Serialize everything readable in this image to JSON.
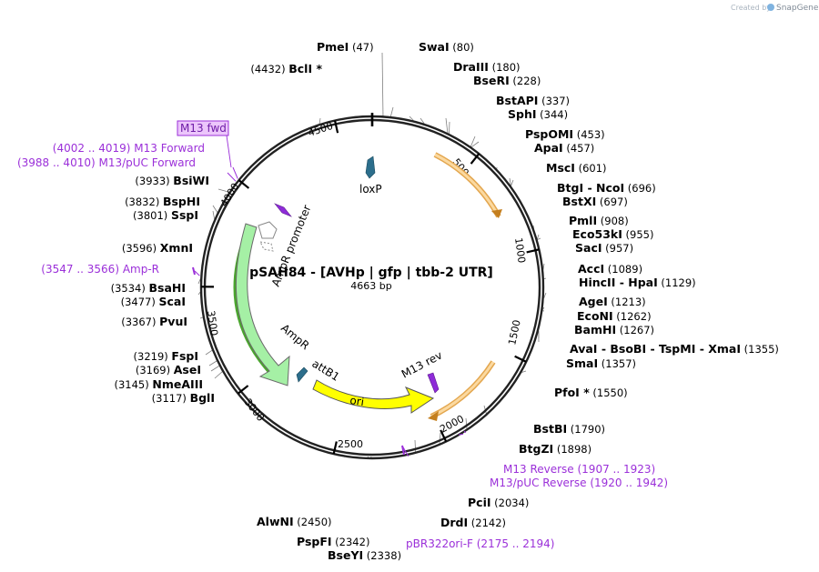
{
  "credit": {
    "text": "Created by",
    "brand": "SnapGene",
    "icon": "snapgene-logo-icon"
  },
  "plasmid": {
    "name": "pSAH84 - [AVHp | gfp | tbb-2 UTR]",
    "size": "4663 bp",
    "length": 4663
  },
  "ticks": [
    {
      "value": 500,
      "label": "500"
    },
    {
      "value": 1000,
      "label": "1000"
    },
    {
      "value": 1500,
      "label": "1500"
    },
    {
      "value": 2000,
      "label": "2000"
    },
    {
      "value": 2500,
      "label": "2500"
    },
    {
      "value": 3000,
      "label": "3000"
    },
    {
      "value": 3500,
      "label": "3500"
    },
    {
      "value": 4000,
      "label": "4000"
    },
    {
      "value": 4500,
      "label": "4500"
    }
  ],
  "colors": {
    "primer": "#9b30d9",
    "amp": "#a5f0a5",
    "ori": "#ffff00",
    "gfp": "#f5c57a",
    "loxp": "#2c6e8c",
    "m13": "#8e2bd8"
  },
  "features": [
    {
      "name": "loxp-feature",
      "label": "loxP"
    },
    {
      "name": "ampr-promoter-feature",
      "label": "AmpR promoter"
    },
    {
      "name": "ampr-feature",
      "label": "AmpR"
    },
    {
      "name": "attb1-feature",
      "label": "attB1"
    },
    {
      "name": "ori-feature",
      "label": "ori"
    },
    {
      "name": "m13rev-feature",
      "label": "M13 rev"
    },
    {
      "name": "m13fwd-feature",
      "label": "M13 fwd"
    }
  ],
  "sites": [
    {
      "name": "PmeI",
      "pos": "(47)",
      "star": ""
    },
    {
      "name": "SwaI",
      "pos": "(80)",
      "star": ""
    },
    {
      "name": "DraIII",
      "pos": "(180)",
      "star": ""
    },
    {
      "name": "BseRI",
      "pos": "(228)",
      "star": ""
    },
    {
      "name": "BstAPI",
      "pos": "(337)",
      "star": ""
    },
    {
      "name": "SphI",
      "pos": "(344)",
      "star": ""
    },
    {
      "name": "PspOMI",
      "pos": "(453)",
      "star": ""
    },
    {
      "name": "ApaI",
      "pos": "(457)",
      "star": ""
    },
    {
      "name": "MscI",
      "pos": "(601)",
      "star": ""
    },
    {
      "name": "BtgI",
      "name2": "NcoI",
      "pos": "(696)",
      "star": ""
    },
    {
      "name": "BstXI",
      "pos": "(697)",
      "star": ""
    },
    {
      "name": "PmlI",
      "pos": "(908)",
      "star": ""
    },
    {
      "name": "Eco53kI",
      "pos": "(955)",
      "star": ""
    },
    {
      "name": "SacI",
      "pos": "(957)",
      "star": ""
    },
    {
      "name": "AccI",
      "pos": "(1089)",
      "star": ""
    },
    {
      "name": "HincII",
      "name2": "HpaI",
      "pos": "(1129)",
      "star": ""
    },
    {
      "name": "AgeI",
      "pos": "(1213)",
      "star": ""
    },
    {
      "name": "EcoNI",
      "pos": "(1262)",
      "star": ""
    },
    {
      "name": "BamHI",
      "pos": "(1267)",
      "star": ""
    },
    {
      "name": "AvaI",
      "name2": "BsoBI",
      "name3": "TspMI",
      "name4": "XmaI",
      "pos": "(1355)",
      "star": ""
    },
    {
      "name": "SmaI",
      "pos": "(1357)",
      "star": ""
    },
    {
      "name": "PfoI",
      "pos": "(1550)",
      "star": "*"
    },
    {
      "name": "BstBI",
      "pos": "(1790)",
      "star": ""
    },
    {
      "name": "BtgZI",
      "pos": "(1898)",
      "star": ""
    },
    {
      "name": "PciI",
      "pos": "(2034)",
      "star": ""
    },
    {
      "name": "DrdI",
      "pos": "(2142)",
      "star": ""
    },
    {
      "name": "BseYI",
      "pos": "(2338)",
      "star": ""
    },
    {
      "name": "PspFI",
      "pos": "(2342)",
      "star": ""
    },
    {
      "name": "AlwNI",
      "pos": "(2450)",
      "star": ""
    },
    {
      "name": "BglI",
      "pos": "(3117)",
      "star": ""
    },
    {
      "name": "NmeAIII",
      "pos": "(3145)",
      "star": ""
    },
    {
      "name": "AseI",
      "pos": "(3169)",
      "star": ""
    },
    {
      "name": "FspI",
      "pos": "(3219)",
      "star": ""
    },
    {
      "name": "PvuI",
      "pos": "(3367)",
      "star": ""
    },
    {
      "name": "ScaI",
      "pos": "(3477)",
      "star": ""
    },
    {
      "name": "BsaHI",
      "pos": "(3534)",
      "star": ""
    },
    {
      "name": "XmnI",
      "pos": "(3596)",
      "star": ""
    },
    {
      "name": "SspI",
      "pos": "(3801)",
      "star": ""
    },
    {
      "name": "BspHI",
      "pos": "(3832)",
      "star": ""
    },
    {
      "name": "BsiWI",
      "pos": "(3933)",
      "star": ""
    },
    {
      "name": "BclI",
      "pos": "(4432)",
      "star": "*"
    }
  ],
  "primers": [
    {
      "name": "M13 Reverse",
      "range": "(1907 .. 1923)"
    },
    {
      "name": "M13/pUC Reverse",
      "range": "(1920 .. 1942)"
    },
    {
      "name": "pBR322ori-F",
      "range": "(2175 .. 2194)"
    },
    {
      "name": "Amp-R",
      "range": "(3547 .. 3566)"
    },
    {
      "name": "M13/pUC Forward",
      "range": "(3988 .. 4010)"
    },
    {
      "name": "M13 Forward",
      "range": "(4002 .. 4019)"
    }
  ]
}
